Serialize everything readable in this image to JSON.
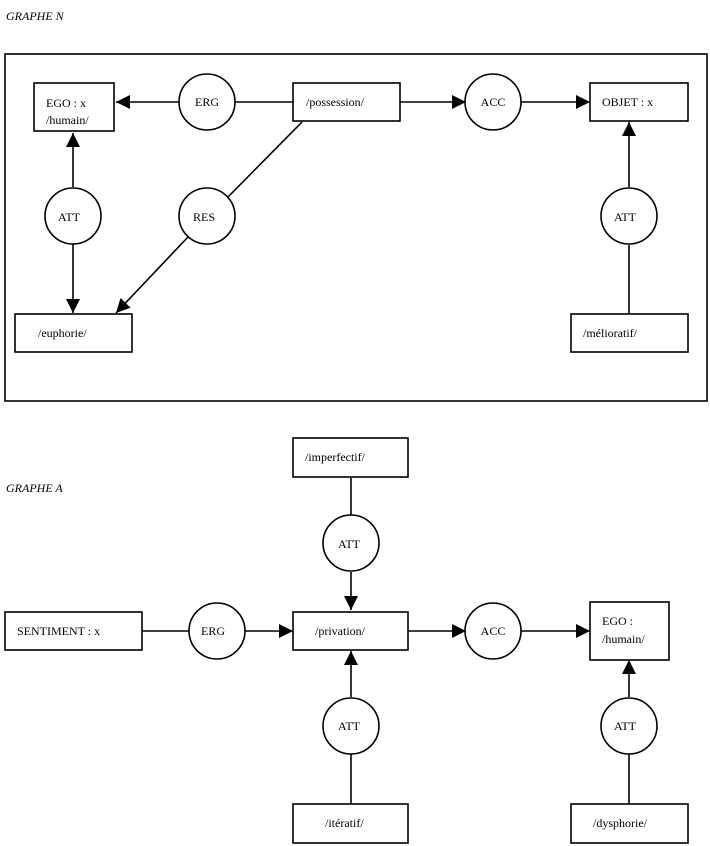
{
  "graph_n": {
    "title": "GRAPHE N",
    "nodes": {
      "ego_x": [
        "EGO : x",
        "/humain/"
      ],
      "erg": "ERG",
      "possession": "/possession/",
      "acc": "ACC",
      "objet_x": "OBJET : x",
      "att_left": "ATT",
      "res": "RES",
      "att_right": "ATT",
      "euphorie": "/euphorie/",
      "melioratif": "/mélioratif/"
    }
  },
  "graph_a": {
    "title": "GRAPHE A",
    "nodes": {
      "imperfectif": "/imperfectif/",
      "att_top": "ATT",
      "sentiment_x": "SENTIMENT : x",
      "erg": "ERG",
      "privation": "/privation/",
      "acc": "ACC",
      "ego": [
        "EGO :",
        "/humain/"
      ],
      "att_bottom": "ATT",
      "att_right": "ATT",
      "iteratif": "/itératif/",
      "dysphorie": "/dysphorie/"
    }
  }
}
